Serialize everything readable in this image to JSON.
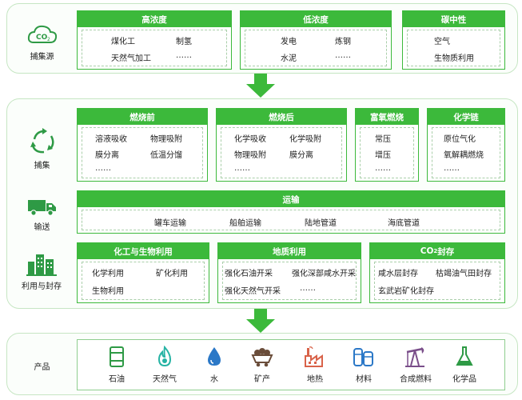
{
  "sources": {
    "label": "捕集源",
    "co2_icon_text": "CO",
    "co2_icon_sub": "2",
    "groups": [
      {
        "title": "高浓度",
        "items": [
          "煤化工",
          "制氢",
          "天然气加工",
          "……"
        ]
      },
      {
        "title": "低浓度",
        "items": [
          "发电",
          "炼钢",
          "水泥",
          "……"
        ]
      },
      {
        "title": "碳中性",
        "items": [
          "空气",
          "生物质利用"
        ]
      }
    ]
  },
  "capture": {
    "label": "捕集",
    "groups": [
      {
        "title": "燃烧前",
        "items": [
          "溶液吸收",
          "物理吸附",
          "膜分离",
          "低温分馏",
          "……"
        ]
      },
      {
        "title": "燃烧后",
        "items": [
          "化学吸收",
          "化学吸附",
          "物理吸附",
          "膜分离",
          "……"
        ]
      },
      {
        "title": "富氧燃烧",
        "items": [
          "常压",
          "增压",
          "……"
        ]
      },
      {
        "title": "化学链",
        "items": [
          "原位气化",
          "氧解耦燃烧",
          "……"
        ]
      }
    ]
  },
  "transport": {
    "label": "输送",
    "title": "运输",
    "items": [
      "罐车运输",
      "船舶运输",
      "陆地管道",
      "海底管道"
    ]
  },
  "utilization": {
    "label": "利用与封存",
    "groups": [
      {
        "title": "化工与生物利用",
        "items": [
          "化学利用",
          "矿化利用",
          "生物利用"
        ]
      },
      {
        "title": "地质利用",
        "items": [
          "强化石油开采",
          "强化深部咸水开采",
          "强化天然气开采",
          "……"
        ]
      },
      {
        "title_main": "CO",
        "title_sub": "2",
        "title_tail": "封存",
        "items": [
          "咸水层封存",
          "枯竭油气田封存",
          "玄武岩矿化封存"
        ]
      }
    ]
  },
  "products": {
    "label": "产品",
    "items": [
      {
        "name": "石油",
        "icon": "oil-barrel-icon",
        "color": "#2e9a45"
      },
      {
        "name": "天然气",
        "icon": "gas-flame-icon",
        "color": "#26b3a4"
      },
      {
        "name": "水",
        "icon": "water-drop-icon",
        "color": "#2b78c7"
      },
      {
        "name": "矿产",
        "icon": "mine-cart-icon",
        "color": "#6a4d3a"
      },
      {
        "name": "地热",
        "icon": "factory-icon",
        "color": "#d9634a"
      },
      {
        "name": "材料",
        "icon": "material-tanks-icon",
        "color": "#2b78c7"
      },
      {
        "name": "合成燃料",
        "icon": "pumpjack-icon",
        "color": "#7a4e8a"
      },
      {
        "name": "化学品",
        "icon": "flask-icon",
        "color": "#2e9a45"
      }
    ]
  },
  "colors": {
    "accent": "#3cb93b",
    "panel_border": "#c6e6c3",
    "arrow": "#3cb93b"
  }
}
